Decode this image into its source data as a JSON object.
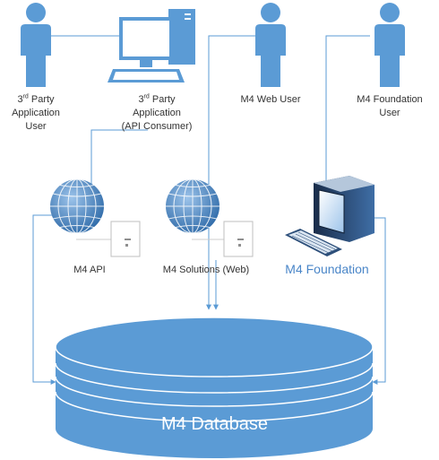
{
  "nodes": {
    "third_party_user": {
      "sup": "rd",
      "line1_rest": " Party",
      "line1_num": "3",
      "line2": "Application",
      "line3": "User"
    },
    "third_party_app": {
      "line1_num": "3",
      "sup": "rd",
      "line1_rest": " Party",
      "line2": "Application",
      "line3": "(API Consumer)"
    },
    "web_user": {
      "label": "M4 Web User"
    },
    "foundation_user": {
      "line1": "M4 Foundation",
      "line2": "User"
    },
    "api": {
      "label": "M4 API"
    },
    "solutions_web": {
      "label": "M4 Solutions (Web)"
    },
    "foundation": {
      "label": "M4 Foundation"
    },
    "database": {
      "label": "M4 Database"
    }
  },
  "colors": {
    "person": "#5b9bd5",
    "connector": "#5b9bd5",
    "database_fill": "#5b9bd5",
    "database_lines": "#ffffff",
    "foundation_text": "#4a86c8"
  },
  "icons": [
    "person-icon",
    "computer-icon",
    "globe-icon",
    "server-icon",
    "workstation-icon",
    "keyboard-icon",
    "database-icon"
  ]
}
